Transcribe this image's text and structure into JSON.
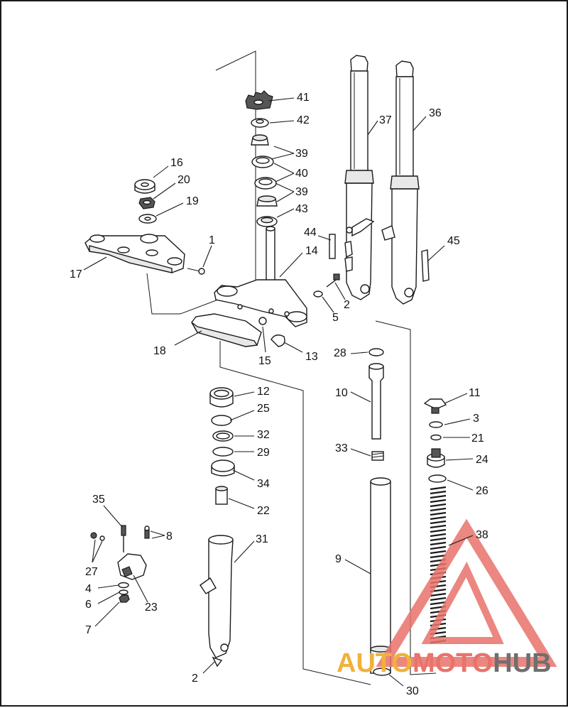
{
  "diagram": {
    "labels": [
      {
        "id": "41",
        "text": "41"
      },
      {
        "id": "42",
        "text": "42"
      },
      {
        "id": "37",
        "text": "37"
      },
      {
        "id": "36",
        "text": "36"
      },
      {
        "id": "39a",
        "text": "39"
      },
      {
        "id": "40",
        "text": "40"
      },
      {
        "id": "39b",
        "text": "39"
      },
      {
        "id": "43",
        "text": "43"
      },
      {
        "id": "16",
        "text": "16"
      },
      {
        "id": "20",
        "text": "20"
      },
      {
        "id": "19",
        "text": "19"
      },
      {
        "id": "1",
        "text": "1"
      },
      {
        "id": "17",
        "text": "17"
      },
      {
        "id": "44",
        "text": "44"
      },
      {
        "id": "14",
        "text": "14"
      },
      {
        "id": "45",
        "text": "45"
      },
      {
        "id": "2a",
        "text": "2"
      },
      {
        "id": "5",
        "text": "5"
      },
      {
        "id": "18",
        "text": "18"
      },
      {
        "id": "15",
        "text": "15"
      },
      {
        "id": "13",
        "text": "13"
      },
      {
        "id": "28",
        "text": "28"
      },
      {
        "id": "12",
        "text": "12"
      },
      {
        "id": "10",
        "text": "10"
      },
      {
        "id": "11",
        "text": "11"
      },
      {
        "id": "25",
        "text": "25"
      },
      {
        "id": "3",
        "text": "3"
      },
      {
        "id": "32",
        "text": "32"
      },
      {
        "id": "21",
        "text": "21"
      },
      {
        "id": "33",
        "text": "33"
      },
      {
        "id": "29",
        "text": "29"
      },
      {
        "id": "24",
        "text": "24"
      },
      {
        "id": "34",
        "text": "34"
      },
      {
        "id": "26",
        "text": "26"
      },
      {
        "id": "35",
        "text": "35"
      },
      {
        "id": "22",
        "text": "22"
      },
      {
        "id": "8",
        "text": "8"
      },
      {
        "id": "38",
        "text": "38"
      },
      {
        "id": "31",
        "text": "31"
      },
      {
        "id": "9",
        "text": "9"
      },
      {
        "id": "27",
        "text": "27"
      },
      {
        "id": "4",
        "text": "4"
      },
      {
        "id": "23",
        "text": "23"
      },
      {
        "id": "6",
        "text": "6"
      },
      {
        "id": "7",
        "text": "7"
      },
      {
        "id": "2b",
        "text": "2"
      },
      {
        "id": "30",
        "text": "30"
      }
    ]
  },
  "watermark": {
    "part1": "AUTO",
    "part2": "MOTO",
    "part3": "HUB",
    "color_triangle": "#e8736b",
    "color_auto": "#f2b13b",
    "color_moto": "#e8736b",
    "color_hub": "#6f6f6f"
  }
}
